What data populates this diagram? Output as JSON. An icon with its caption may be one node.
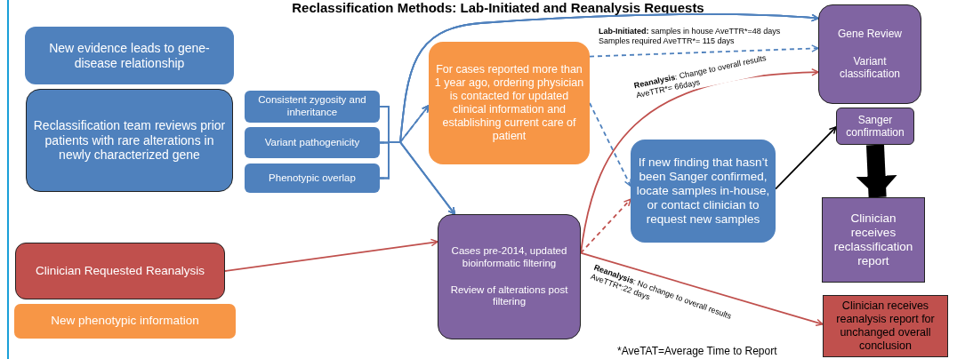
{
  "diagram": {
    "title": "Reclassification Methods: Lab-Initiated and Reanalysis Requests",
    "nodes": [
      {
        "text": [
          "New evidence leads to gene-disease relationship"
        ]
      },
      {
        "text": [
          "Reclassification team reviews prior patients with rare alterations in newly characterized gene"
        ]
      },
      {
        "text": [
          "Consistent zygosity and inheritance"
        ]
      },
      {
        "text": [
          "Variant pathogenicity"
        ]
      },
      {
        "text": [
          "Phenotypic overlap"
        ]
      },
      {
        "text": [
          "For cases reported more than 1 year ago, ordering physician is contacted for updated clinical information and establishing current care of patient"
        ]
      },
      {
        "text": [
          "Gene Review",
          "Variant classification"
        ]
      },
      {
        "text": [
          "Sanger confirmation"
        ]
      },
      {
        "text": [
          "If new finding that hasn’t been Sanger confirmed, locate samples in-house, or contact clinician to request new samples"
        ]
      },
      {
        "text": [
          "Clinician Requested Reanalysis"
        ]
      },
      {
        "text": [
          "New phenotypic information"
        ]
      },
      {
        "text": [
          "Cases pre-2014, updated bioinformatic filtering",
          "Review of alterations post filtering"
        ]
      },
      {
        "text": [
          "Clinician receives reclassification report"
        ]
      },
      {
        "text": [
          "Clinician receives reanalysis report for unchanged overall conclusion"
        ]
      }
    ],
    "edges": [
      {
        "from": 2,
        "to": 6,
        "arrow": "to"
      },
      {
        "from": 3,
        "to": 6,
        "arrow": "to"
      },
      {
        "from": 4,
        "to": 6,
        "arrow": "to"
      },
      {
        "from": 2,
        "to": 5,
        "arrow": "to",
        "style": "dashed"
      },
      {
        "from": 3,
        "to": 5,
        "arrow": "to",
        "style": "dashed"
      },
      {
        "from": 4,
        "to": 5,
        "arrow": "to",
        "style": "dashed"
      },
      {
        "from": 2,
        "to": 11,
        "arrow": "to"
      },
      {
        "from": 3,
        "to": 11,
        "arrow": "to"
      },
      {
        "from": 4,
        "to": 11,
        "arrow": "to"
      },
      {
        "from": 5,
        "to": 6,
        "arrow": "to",
        "style": "dashed",
        "label": "**Lab-Initiated:** samples in house AveTTR*=48 days Samples required AveTTR*= 115 days"
      },
      {
        "from": 5,
        "to": 8,
        "arrow": "to",
        "style": "dashed"
      },
      {
        "from": 9,
        "to": 11,
        "arrow": "to",
        "color": "#c0504d"
      },
      {
        "from": 11,
        "to": 6,
        "arrow": "to",
        "color": "#c0504d",
        "label": "**Reanalysis**: Change to overall results AveTTR*= 66days"
      },
      {
        "from": 11,
        "to": 8,
        "arrow": "to",
        "style": "dashed",
        "color": "#c0504d"
      },
      {
        "from": 11,
        "to": 13,
        "arrow": "to",
        "color": "#c0504d",
        "label": "**Reanalysis**: No change to overall results AveTTR*:22 days"
      },
      {
        "from": 8,
        "to": 7,
        "arrow": "to",
        "color": "#000000"
      },
      {
        "from": 7,
        "to": 12,
        "arrow": "to",
        "style": "thick",
        "color": "#000000"
      }
    ],
    "labels": [
      "*AveTAT=Average Time to Report"
    ]
  }
}
